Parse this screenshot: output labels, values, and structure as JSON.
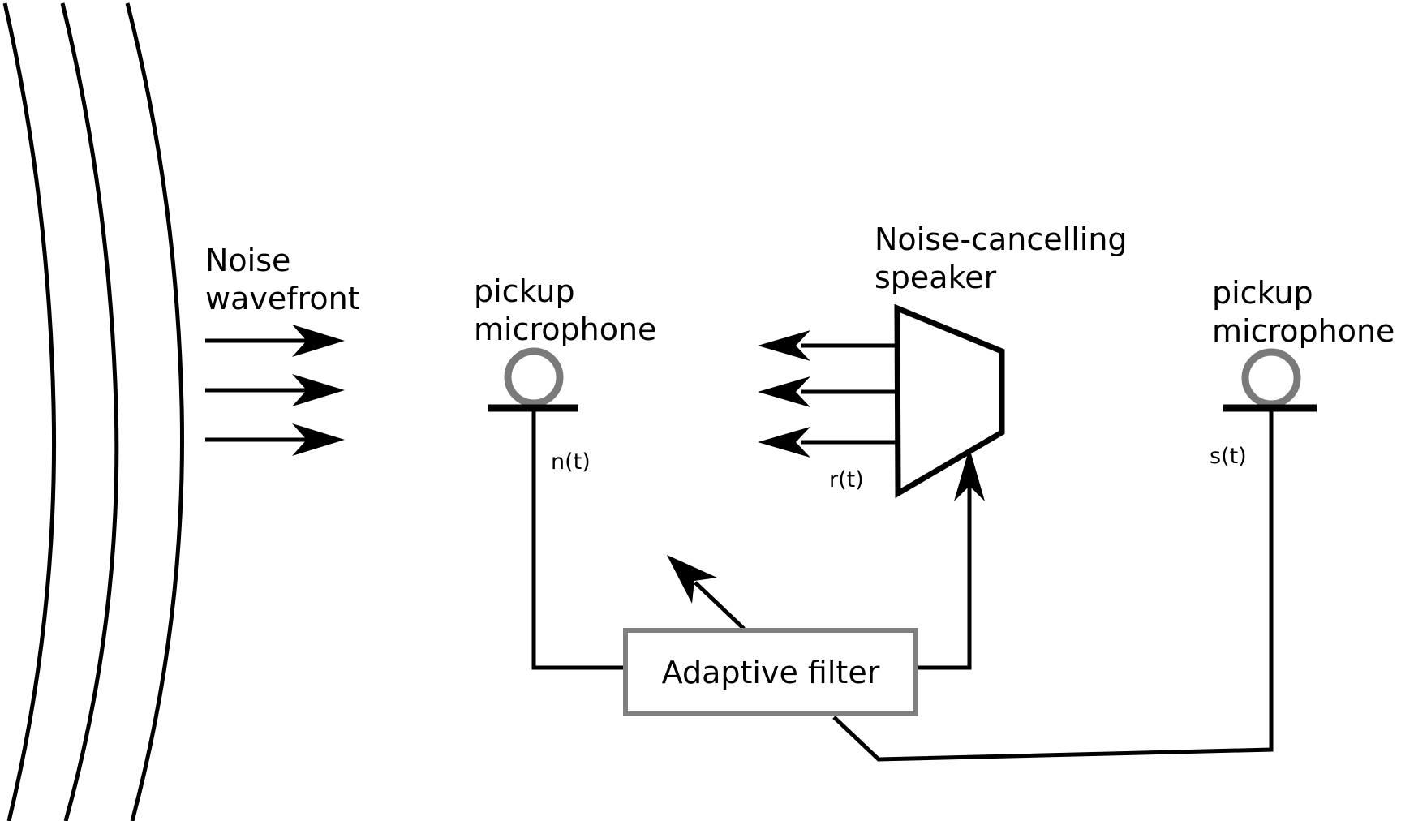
{
  "labels": {
    "wavefront": {
      "line1": "Noise",
      "line2": "wavefront"
    },
    "left_mic": {
      "line1": "pickup",
      "line2": "microphone",
      "signal": "n(t)"
    },
    "speaker": {
      "line1": "Noise-cancelling",
      "line2": "speaker",
      "signal": "r(t)"
    },
    "right_mic": {
      "line1": "pickup",
      "line2": "microphone",
      "signal": "s(t)"
    },
    "filter": {
      "label": "Adaptive filter"
    }
  },
  "colors": {
    "line": "#000000",
    "text": "#000000",
    "mic_circle": "#7a7a7a",
    "filter_border": "#808080",
    "background": "#ffffff"
  }
}
